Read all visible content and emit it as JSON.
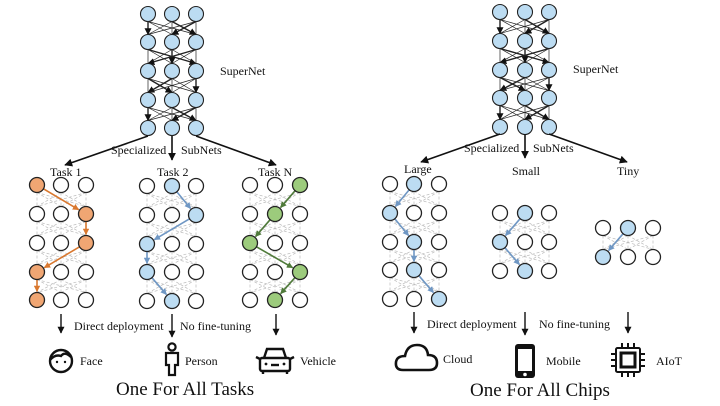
{
  "colors": {
    "node_blue": "#bcdcf2",
    "node_orange": "#f0a673",
    "node_green": "#9ccb7c",
    "path_orange": "#d9782f",
    "path_blue": "#6f97c4",
    "path_green": "#4f7a3a",
    "stroke": "#111111"
  },
  "panels": [
    {
      "id": "tasks",
      "supernet_label": "SuperNet",
      "specialized_label": "Specialized",
      "subnets_label": "SubNets",
      "deploy_label": "Direct deployment",
      "finetune_label": "No fine-tuning",
      "title": "One For All Tasks",
      "subnets": [
        {
          "label": "Task 1",
          "color": "orange",
          "rows": 5,
          "active": [
            0,
            2,
            2,
            0,
            0
          ]
        },
        {
          "label": "Task 2",
          "color": "blue",
          "rows": 5,
          "active": [
            1,
            2,
            0,
            0,
            1
          ]
        },
        {
          "label": "Task N",
          "color": "green",
          "rows": 5,
          "active": [
            2,
            1,
            0,
            2,
            1
          ]
        }
      ],
      "targets": [
        {
          "label": "Face",
          "icon": "face-icon"
        },
        {
          "label": "Person",
          "icon": "person-icon"
        },
        {
          "label": "Vehicle",
          "icon": "car-icon"
        }
      ]
    },
    {
      "id": "chips",
      "supernet_label": "SuperNet",
      "specialized_label": "Specialized",
      "subnets_label": "SubNets",
      "deploy_label": "Direct deployment",
      "finetune_label": "No fine-tuning",
      "title": "One For All Chips",
      "subnets": [
        {
          "label": "Large",
          "color": "blue",
          "rows": 5,
          "active": [
            1,
            0,
            1,
            1,
            2
          ]
        },
        {
          "label": "Small",
          "color": "blue",
          "rows": 3,
          "active": [
            1,
            0,
            1
          ]
        },
        {
          "label": "Tiny",
          "color": "blue",
          "rows": 2,
          "active": [
            1,
            0
          ]
        }
      ],
      "targets": [
        {
          "label": "Cloud",
          "icon": "cloud-icon"
        },
        {
          "label": "Mobile",
          "icon": "mobile-phone-icon"
        },
        {
          "label": "AIoT",
          "icon": "chip-icon"
        }
      ]
    }
  ]
}
